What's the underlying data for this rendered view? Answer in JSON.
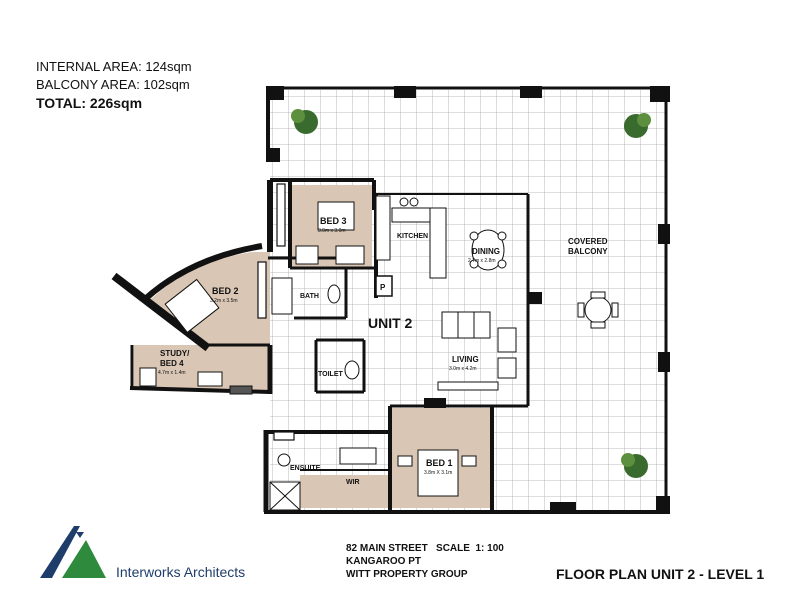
{
  "areas": {
    "internal": "INTERNAL AREA: 124sqm",
    "balcony": "BALCONY AREA: 102sqm",
    "total": "TOTAL: 226sqm"
  },
  "rooms": {
    "bed3": {
      "name": "BED 3",
      "size": "3.0m x 3.0m"
    },
    "kitchen": {
      "name": "KITCHEN"
    },
    "dining": {
      "name": "DINING",
      "size": "2.7m x 2.8m"
    },
    "covered_balcony": {
      "line1": "COVERED",
      "line2": "BALCONY"
    },
    "bed2": {
      "name": "BED 2",
      "size": "3.2m x 3.5m"
    },
    "bath": {
      "name": "BATH"
    },
    "unit": {
      "name": "UNIT 2"
    },
    "study": {
      "line1": "STUDY/",
      "line2": "BED 4",
      "size": "4.7m x 1.4m"
    },
    "toilet": {
      "name": "TOILET"
    },
    "living": {
      "name": "LIVING",
      "size": "3.0m x 4.2m"
    },
    "pantry": {
      "name": "P"
    },
    "ensuite": {
      "name": "ENSUITE"
    },
    "wir": {
      "name": "WIR"
    },
    "bed1": {
      "name": "BED 1",
      "size": "3.8m X 3.1m"
    }
  },
  "info": {
    "address": "82 MAIN STREET",
    "scale": "SCALE  1: 100",
    "suburb": "KANGAROO PT",
    "group": "WITT PROPERTY GROUP"
  },
  "brand": "Interworks Architects",
  "plan_title": "FLOOR PLAN UNIT 2 - LEVEL 1",
  "colors": {
    "wall": "#111111",
    "room_floor": "#d9c6b4",
    "grid": "#9a9a9a",
    "logo_blue": "#1e3d6b",
    "logo_green": "#2e8a3c",
    "plant": "#3a6b2e"
  }
}
